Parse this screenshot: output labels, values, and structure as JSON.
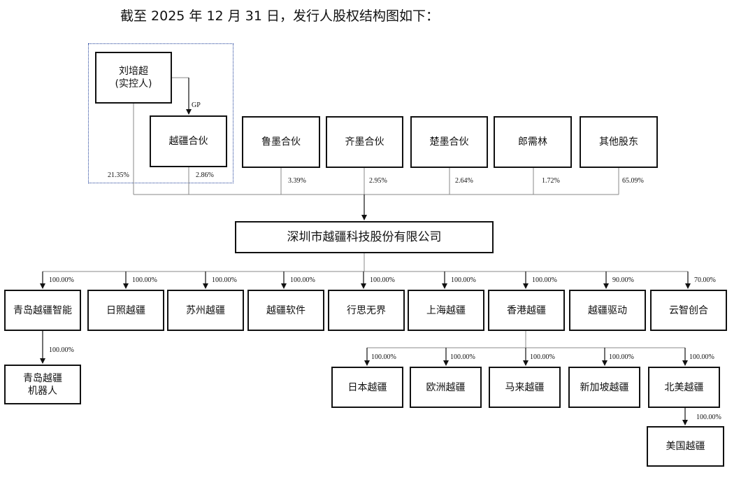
{
  "title": "截至 2025 年 12 月 31 日，发行人股权结构图如下：",
  "shareholders": [
    {
      "name": "刘培超\n(实控人)",
      "pct": "21.35%"
    },
    {
      "name": "越疆合伙",
      "pct": "2.86%",
      "gp_label": "GP"
    },
    {
      "name": "鲁墨合伙",
      "pct": "3.39%"
    },
    {
      "name": "齐墨合伙",
      "pct": "2.95%"
    },
    {
      "name": "楚墨合伙",
      "pct": "2.64%"
    },
    {
      "name": "郎需林",
      "pct": "1.72%"
    },
    {
      "name": "其他股东",
      "pct": "65.09%"
    }
  ],
  "company": "深圳市越疆科技股份有限公司",
  "subsidiaries": [
    {
      "name": "青岛越疆智能",
      "pct": "100.00%"
    },
    {
      "name": "日照越疆",
      "pct": "100.00%"
    },
    {
      "name": "苏州越疆",
      "pct": "100.00%"
    },
    {
      "name": "越疆软件",
      "pct": "100.00%"
    },
    {
      "name": "行思无界",
      "pct": "100.00%"
    },
    {
      "name": "上海越疆",
      "pct": "100.00%"
    },
    {
      "name": "香港越疆",
      "pct": "100.00%"
    },
    {
      "name": "越疆驱动",
      "pct": "90.00%"
    },
    {
      "name": "云智创合",
      "pct": "70.00%"
    }
  ],
  "qingdao_sub": {
    "name": "青岛越疆\n机器人",
    "pct": "100.00%"
  },
  "hk_subs": [
    {
      "name": "日本越疆",
      "pct": "100.00%"
    },
    {
      "name": "欧洲越疆",
      "pct": "100.00%"
    },
    {
      "name": "马来越疆",
      "pct": "100.00%"
    },
    {
      "name": "新加坡越疆",
      "pct": "100.00%"
    },
    {
      "name": "北美越疆",
      "pct": "100.00%"
    }
  ],
  "na_sub": {
    "name": "美国越疆",
    "pct": "100.00%"
  }
}
